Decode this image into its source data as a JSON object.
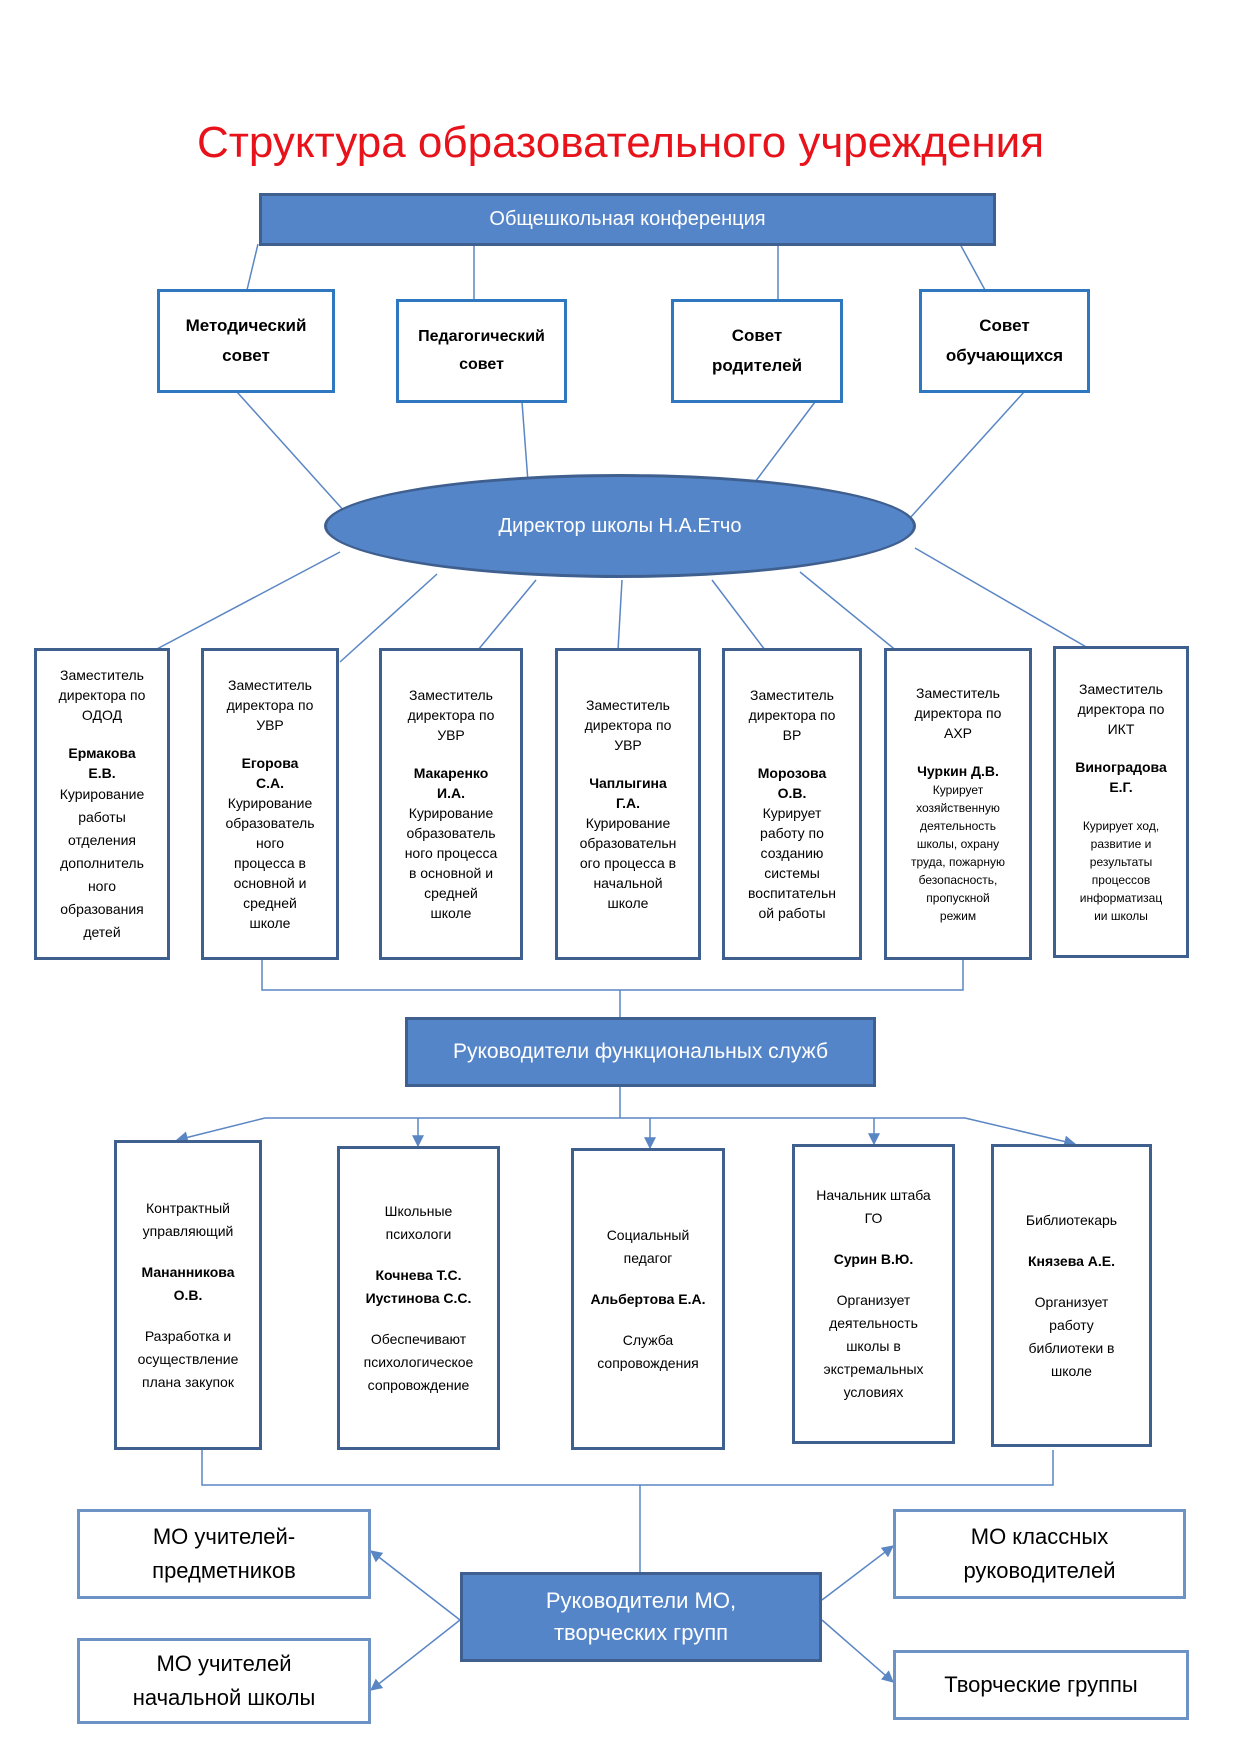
{
  "title": "Структура образовательного учреждения",
  "conference": "Общешкольная конференция",
  "councils": [
    {
      "label": "Методический\nсовет"
    },
    {
      "label": "Педагогический\nсовет"
    },
    {
      "label": "Совет\nродителей"
    },
    {
      "label": "Совет\nобучающихся"
    }
  ],
  "director": "Директор школы  Н.А.Етчо",
  "deputies": [
    {
      "title": "Заместитель\nдиректора по\nОДОД",
      "name": "Ермакова\nЕ.В.",
      "duty": "Курирование\nработы\nотделения\nдополнитель\nного\nобразования\nдетей"
    },
    {
      "title": "Заместитель\nдиректора по\nУВР",
      "name": "Егорова\nС.А.",
      "duty": "Курирование\nобразователь\nного\nпроцесса в\nосновной и\nсредней\nшколе"
    },
    {
      "title": "Заместитель\nдиректора по\nУВР",
      "name": "Макаренко\nИ.А.",
      "duty": "Курирование\nобразователь\nного процесса\nв основной и\nсредней\nшколе"
    },
    {
      "title": "Заместитель\nдиректора по\nУВР",
      "name": "Чаплыгина\nГ.А.",
      "duty": "Курирование\nобразовательн\nого процесса в\nначальной\nшколе"
    },
    {
      "title": "Заместитель\nдиректора по\nВР",
      "name": "Морозова\nО.В.",
      "duty": "Курирует\nработу по\nсозданию\nсистемы\nвоспитательн\nой работы"
    },
    {
      "title": "Заместитель\nдиректора по\nАХР",
      "name": "Чуркин Д.В.",
      "duty": "Курирует\nхозяйственную\nдеятельность\nшколы, охрану\nтруда, пожарную\nбезопасность,\nпропускной\nрежим"
    },
    {
      "title": "Заместитель\nдиректора по\nИКТ",
      "name": "Виноградова\nЕ.Г.",
      "duty": "Курирует ход,\nразвитие и\nрезультаты\nпроцессов\nинформатизац\nии школы"
    }
  ],
  "services_header": "Руководители функциональных служб",
  "services": [
    {
      "title": "Контрактный\nуправляющий",
      "name": "Мананникова\nО.В.",
      "duty": "Разработка и\nосуществление\nплана закупок"
    },
    {
      "title": "Школьные\nпсихологи",
      "name": "Кочнева Т.С.\nИустинова С.С.",
      "duty": "Обеспечивают\nпсихологическое\nсопровождение"
    },
    {
      "title": "Социальный\nпедагог",
      "name": "Альбертова Е.А.",
      "duty": "Служба\nсопровождения"
    },
    {
      "title": "Начальник штаба\nГО",
      "name": "Сурин В.Ю.",
      "duty": "Организует\nдеятельность\nшколы в\nэкстремальных\nусловиях"
    },
    {
      "title": "Библиотекарь",
      "name": "Князева А.Е.",
      "duty": "Организует\nработу\nбиблиотеки в\nшколе"
    }
  ],
  "mo_leaders": "Руководители МО,\nтворческих групп",
  "mo_groups": [
    {
      "label": "МО учителей-\nпредметников"
    },
    {
      "label": "МО учителей\nначальной школы"
    },
    {
      "label": "МО классных\nруководителей"
    },
    {
      "label": "Творческие группы"
    }
  ],
  "colors": {
    "title": "#e8121b",
    "box_fill": "#5585c9",
    "box_border": "#3f5f8f",
    "council_border": "#2f78bf",
    "line": "#5a86c4"
  }
}
